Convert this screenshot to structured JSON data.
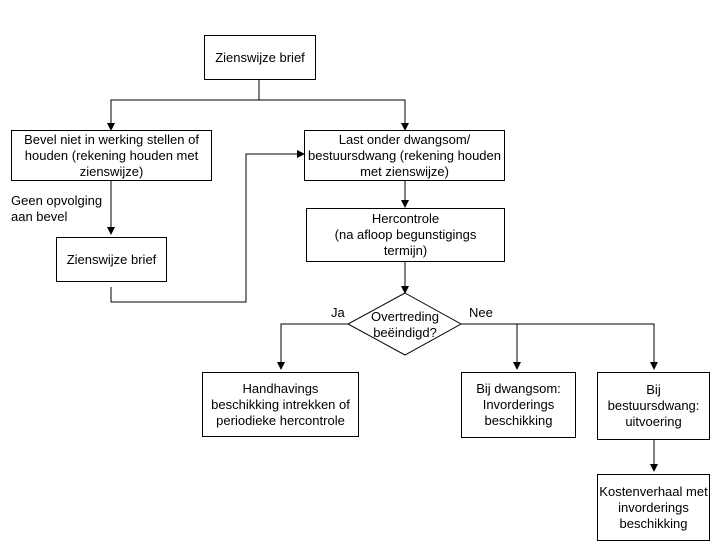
{
  "nodes": {
    "zienswijze_top": "Zienswijze brief",
    "bevel": "Bevel niet in werking stellen of\nhouden (rekening houden met\nzienswijze)",
    "last": "Last onder dwangsom/\nbestuursdwang (rekening houden\nmet zienswijze)",
    "zienswijze_left": "Zienswijze brief",
    "hercontrole": "Hercontrole\n(na afloop begunstigings\ntermijn)",
    "decision": "Overtreding\nbeëindigd?",
    "handhavings": "Handhavings\nbeschikking intrekken of\nperiodieke hercontrole",
    "dwangsom": "Bij dwangsom:\nInvorderings\nbeschikking",
    "bestuursdwang": "Bij\nbestuursdwang:\nuitvoering",
    "kostenverhaal": "Kostenverhaal met\ninvorderings\nbeschikking"
  },
  "labels": {
    "geen_opvolging": "Geen opvolging\naan bevel",
    "ja": "Ja",
    "nee": "Nee"
  }
}
